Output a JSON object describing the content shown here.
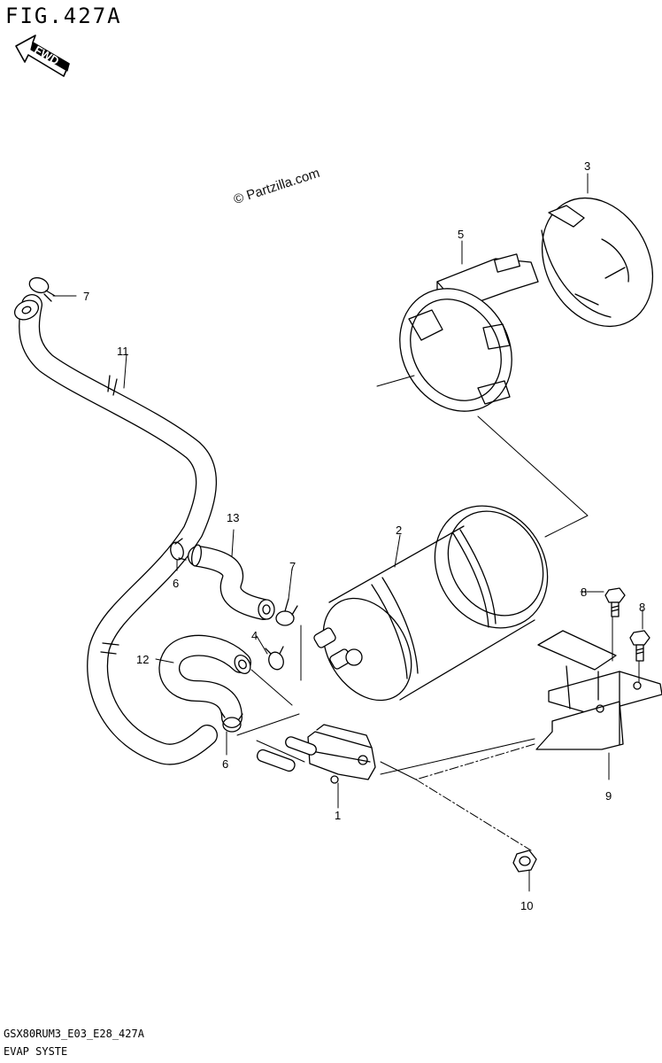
{
  "figure": {
    "title": "FIG.427A",
    "fwd_label": "FWD",
    "watermark": "© Partzilla.com"
  },
  "callouts": [
    {
      "id": "c1",
      "text": "1"
    },
    {
      "id": "c2",
      "text": "2"
    },
    {
      "id": "c3",
      "text": "3"
    },
    {
      "id": "c4",
      "text": "4"
    },
    {
      "id": "c5",
      "text": "5"
    },
    {
      "id": "c6a",
      "text": "6"
    },
    {
      "id": "c6b",
      "text": "6"
    },
    {
      "id": "c7a",
      "text": "7"
    },
    {
      "id": "c7b",
      "text": "7"
    },
    {
      "id": "c8a",
      "text": "8"
    },
    {
      "id": "c8b",
      "text": "8"
    },
    {
      "id": "c9",
      "text": "9"
    },
    {
      "id": "c10",
      "text": "10"
    },
    {
      "id": "c11",
      "text": "11"
    },
    {
      "id": "c12",
      "text": "12"
    },
    {
      "id": "c13",
      "text": "13"
    }
  ],
  "footer": {
    "code": "GSX80RUM3_E03_E28_427A",
    "caption": "EVAP SYSTE"
  }
}
